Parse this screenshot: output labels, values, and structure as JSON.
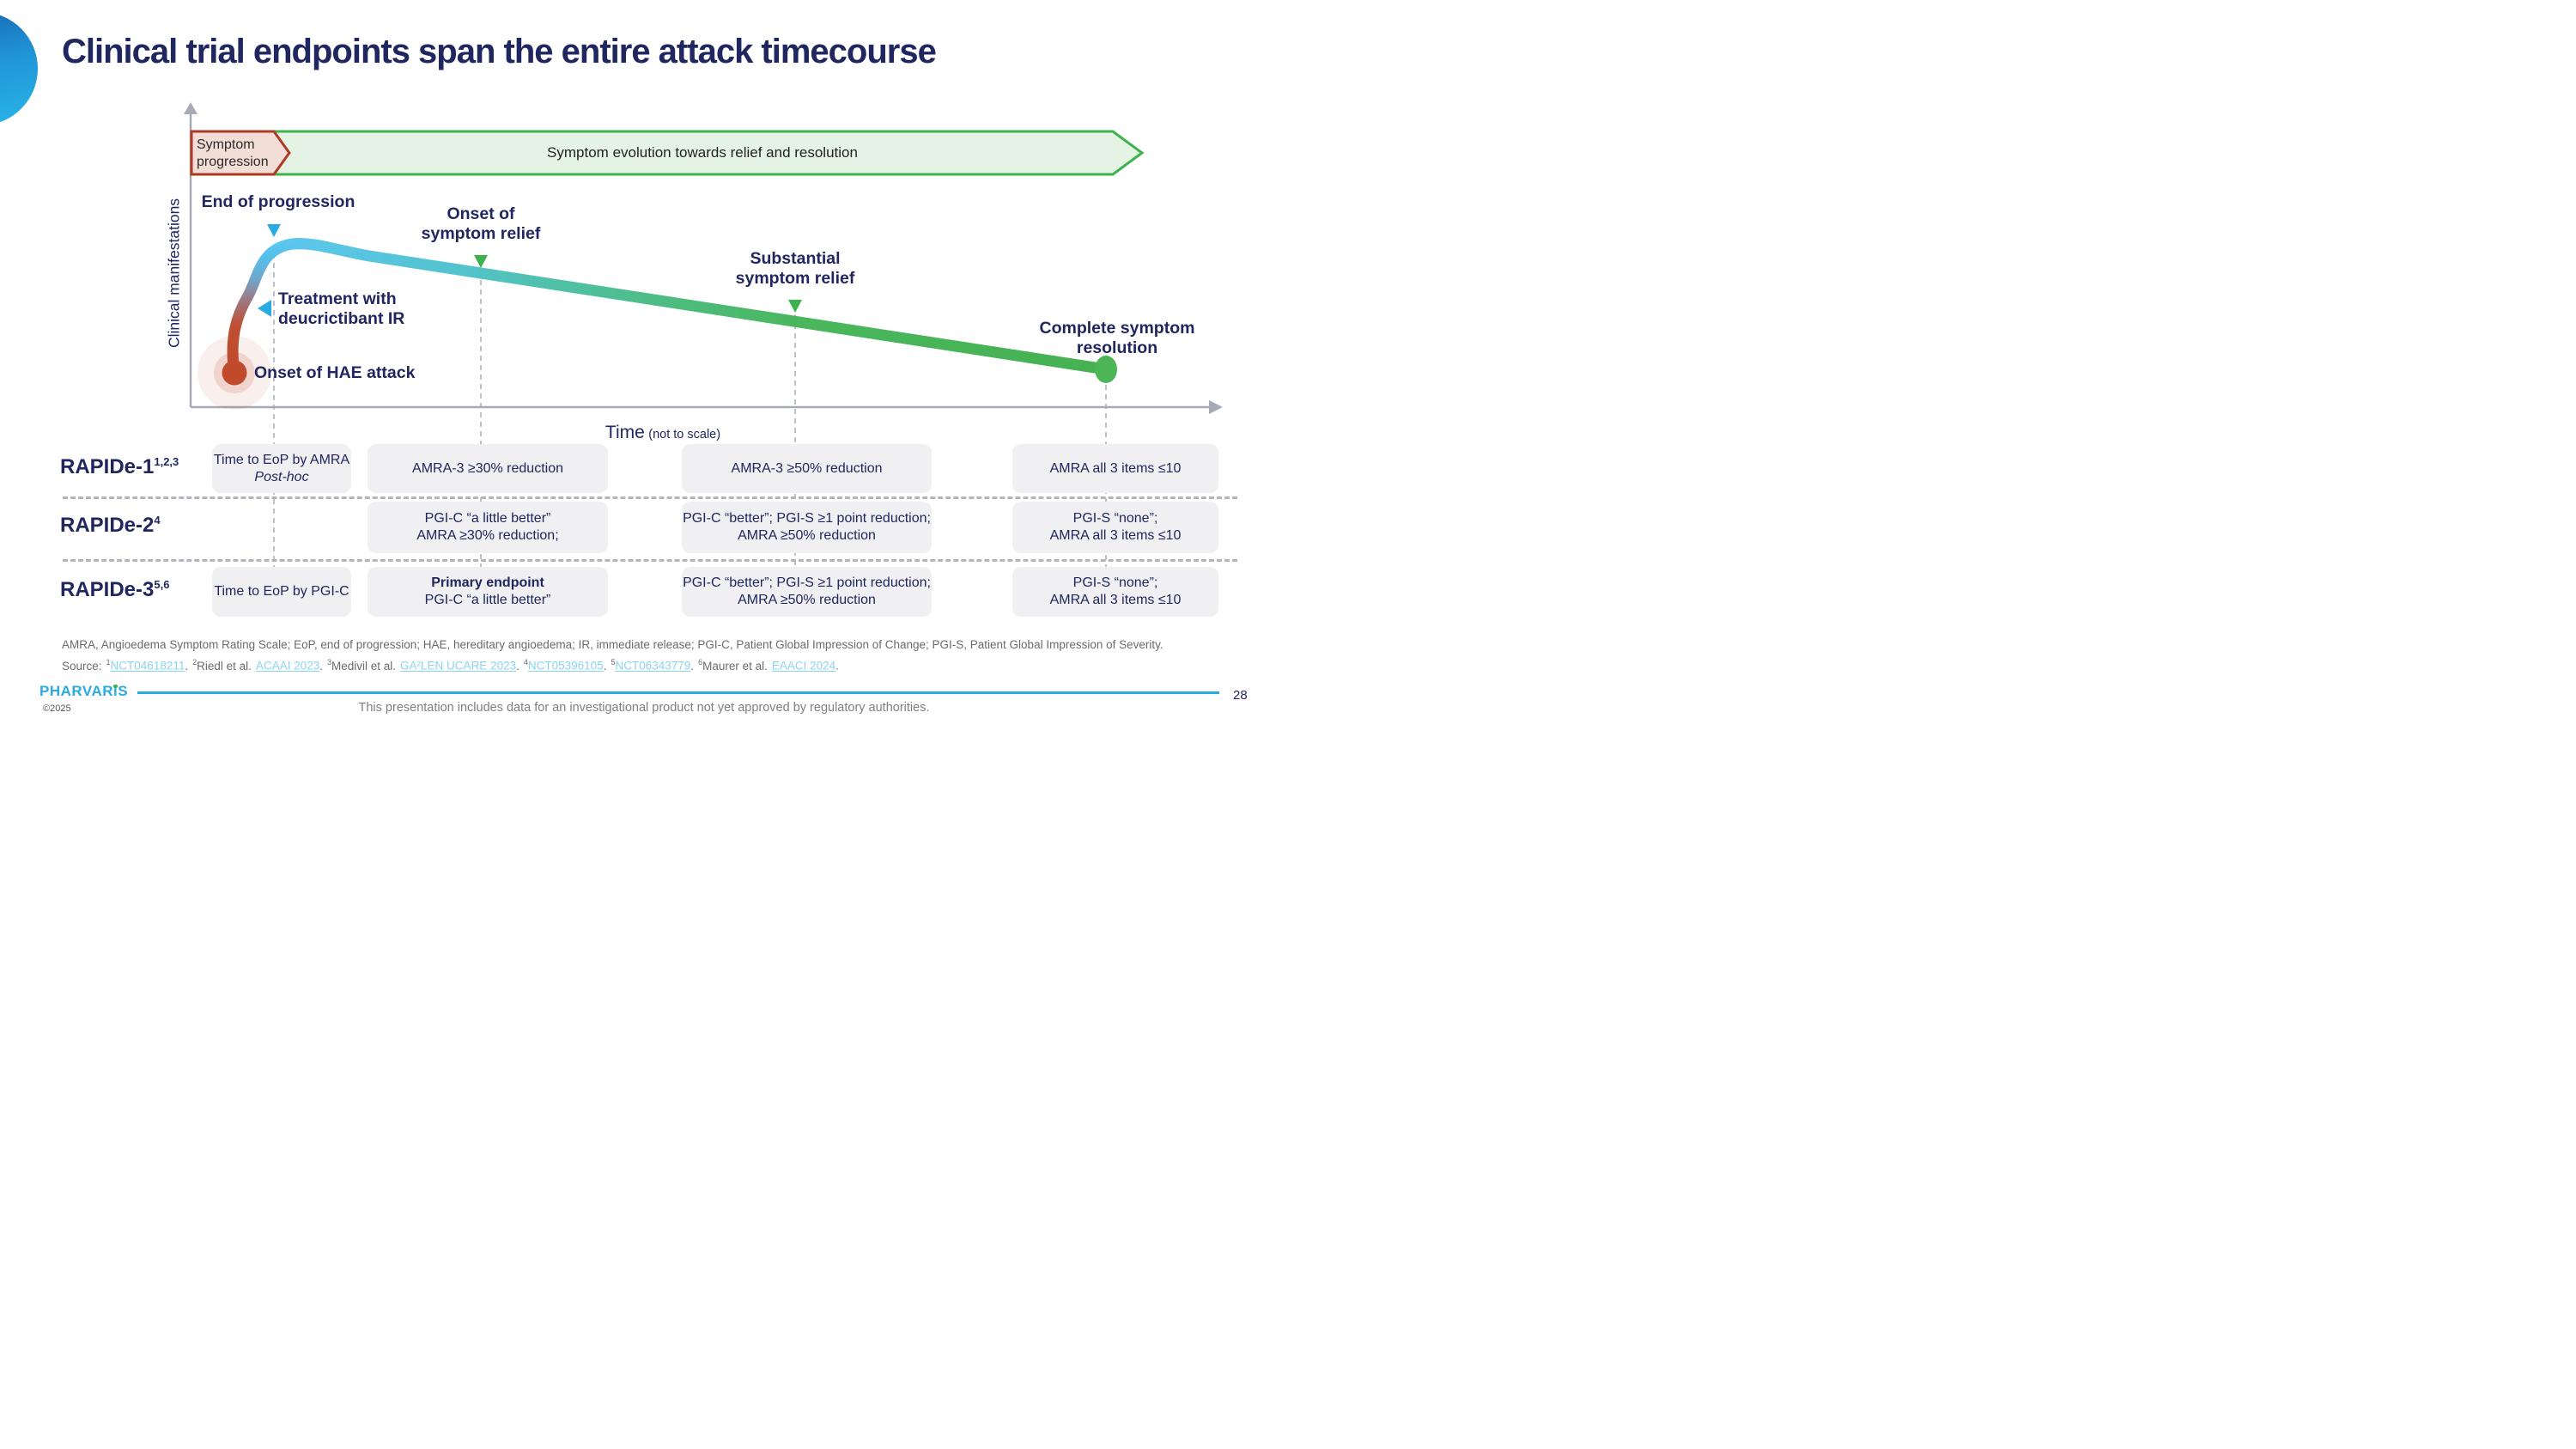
{
  "slide": {
    "title": "Clinical trial endpoints span the entire attack timecourse",
    "page_number": "28",
    "copyright": "©2025",
    "disclaimer": "This presentation includes data for an investigational product not yet approved by regulatory authorities.",
    "logo_p1": "PHARVAR",
    "logo_i": "i",
    "logo_p2": "S"
  },
  "banners": {
    "progression": "Symptom progression",
    "evolution": "Symptom evolution towards relief and resolution"
  },
  "chart": {
    "y_axis_label": "Clinical manifestations",
    "time_label": "Time",
    "time_note": "(not to scale)",
    "labels": {
      "end_of_progression": "End of progression",
      "onset_relief_l1": "Onset of",
      "onset_relief_l2": "symptom relief",
      "substantial_l1": "Substantial",
      "substantial_l2": "symptom relief",
      "treatment_l1": "Treatment with",
      "treatment_l2": "deucrictibant IR",
      "onset_attack": "Onset of HAE attack",
      "complete_l1": "Complete symptom",
      "complete_l2": "resolution"
    }
  },
  "trials": {
    "r1": {
      "name": "RAPIDe-1",
      "sup": "1,2,3",
      "c1_main": "Time to EoP by AMRA",
      "c1_sub": "Post-hoc",
      "c2": "AMRA-3 ≥30% reduction",
      "c3": "AMRA-3 ≥50% reduction",
      "c4": "AMRA all 3 items ≤10"
    },
    "r2": {
      "name": "RAPIDe-2",
      "sup": "4",
      "c2_l1": "PGI-C “a little better”",
      "c2_l2": "AMRA ≥30% reduction;",
      "c3_l1": "PGI-C “better”; PGI-S ≥1 point reduction;",
      "c3_l2": "AMRA ≥50% reduction",
      "c4_l1": "PGI-S “none”;",
      "c4_l2": "AMRA all 3 items ≤10"
    },
    "r3": {
      "name": "RAPIDe-3",
      "sup": "5,6",
      "c1": "Time to EoP by PGI-C",
      "c2_l1": "Primary endpoint",
      "c2_l2": "PGI-C “a little better”",
      "c3_l1": "PGI-C “better”; PGI-S ≥1 point reduction;",
      "c3_l2": "AMRA ≥50% reduction",
      "c4_l1": "PGI-S “none”;",
      "c4_l2": "AMRA all 3 items ≤10"
    }
  },
  "footnotes": {
    "abbreviations": "AMRA, Angioedema Symptom Rating Scale; EoP, end of progression; HAE, hereditary angioedema; IR, immediate release; PGI-C, Patient Global Impression of Change; PGI-S, Patient Global Impression of Severity.",
    "source_prefix": "Source:",
    "s1_sup": "1",
    "s1_link": "NCT04618211",
    "s1_dot": ".",
    "s2_sup": "2",
    "s2_text": "Riedl et al.",
    "s2_link": "ACAAI 2023",
    "s2_dot": ".",
    "s3_sup": "3",
    "s3_text": "Medivil et al.",
    "s3_link": "GA²LEN UCARE 2023",
    "s3_dot": ".",
    "s4_sup": "4",
    "s4_link": "NCT05396105",
    "s4_dot": ".",
    "s5_sup": "5",
    "s5_link": "NCT06343779",
    "s5_dot": ".",
    "s6_sup": "6",
    "s6_text": "Maurer et al.",
    "s6_link": "EAACI 2024",
    "s6_dot": "."
  },
  "colors": {
    "navy": "#20265f",
    "cyan": "#29abe2",
    "green": "#3cb44b",
    "red_border": "#ad3a24",
    "link_blue": "#8bd3f1"
  }
}
